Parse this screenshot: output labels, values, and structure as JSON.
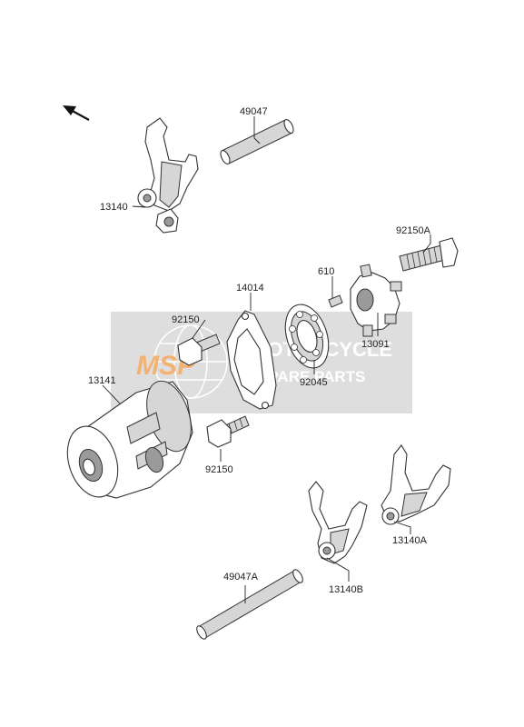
{
  "parts": {
    "p49047": "49047",
    "p13140": "13140",
    "p92150A": "92150A",
    "p610": "610",
    "p14014": "14014",
    "p92150_top": "92150",
    "p13091": "13091",
    "p92045": "92045",
    "p13141": "13141",
    "p92150_bottom": "92150",
    "p13140A": "13140A",
    "p49047A": "49047A",
    "p13140B": "13140B"
  },
  "watermark": {
    "logo": "MSP",
    "line1": "MOTORCYCLE",
    "line2": "SPARE PARTS"
  },
  "colors": {
    "watermark_bg": "#d9d9d9",
    "watermark_orange": "#f2a55a",
    "line": "#333333"
  },
  "icons": {
    "direction_arrow": "arrow-up-left-icon"
  }
}
